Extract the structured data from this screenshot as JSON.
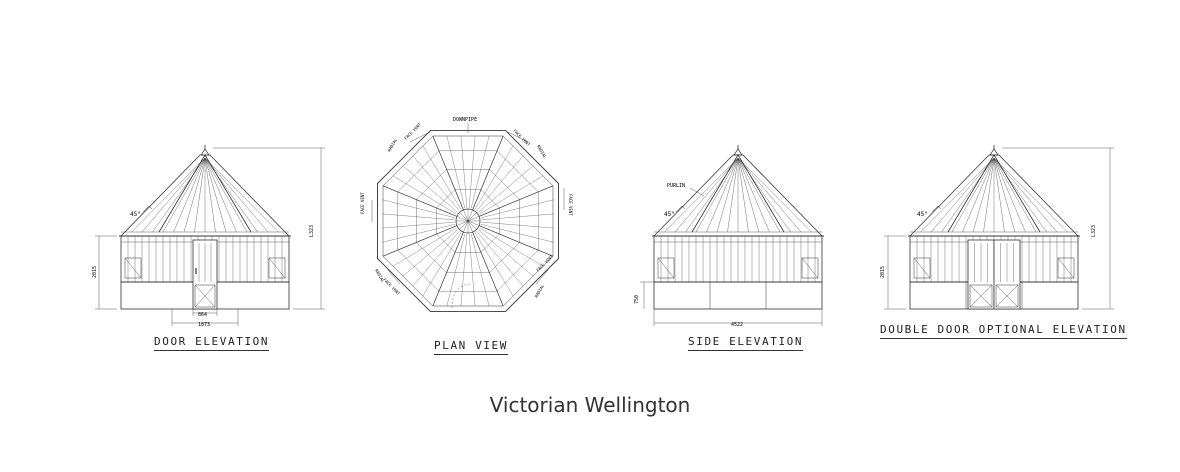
{
  "title": "Victorian Wellington",
  "views": {
    "door": {
      "caption": "DOOR ELEVATION",
      "angle": "45°",
      "dim_height_left": "2015",
      "dim_height_right": "L323",
      "dim_door_width": "864",
      "dim_base_width": "1873"
    },
    "plan": {
      "caption": "PLAN VIEW",
      "downpipe": "DOWNPIPE",
      "labels": [
        "FACE VENT",
        "FACE VENT",
        "RADIAL",
        "RADIAL",
        "FACE VENT",
        "FACE VENT",
        "RADIAL",
        "FACE VENT",
        "FACE VENT",
        "RADIAL"
      ]
    },
    "side": {
      "caption": "SIDE ELEVATION",
      "angle": "45°",
      "purlin": "PURLIN",
      "dim_base_height": "750",
      "dim_width": "4522"
    },
    "double": {
      "caption": "DOUBLE DOOR OPTIONAL ELEVATION",
      "angle": "45°",
      "dim_height_left": "2015",
      "dim_height_right": "L323"
    }
  }
}
